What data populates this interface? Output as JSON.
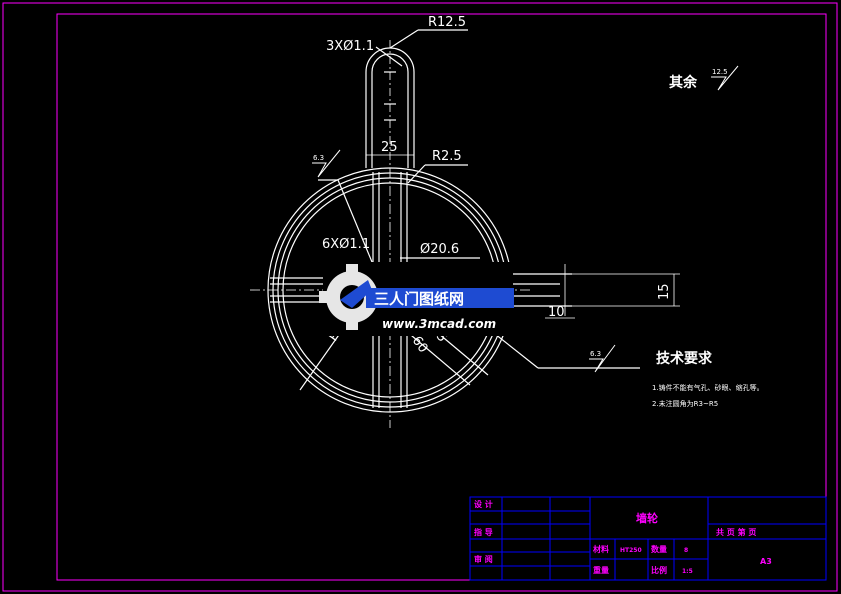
{
  "colors": {
    "background": "#000000",
    "frame": "#ff00ff",
    "geometry": "#ffffff",
    "title_block": "#0000ff",
    "title_text": "#ff00ff",
    "watermark_blue": "#1e4bd2",
    "watermark_light": "#e6e6e6"
  },
  "dimensions": {
    "r12_5": "R12.5",
    "holes_3x": "3XØ1.1",
    "width_25": "25",
    "r2_5": "R2.5",
    "holes_6x": "6XØ1.1",
    "dia_20_6": "Ø20.6",
    "dim_15": "15",
    "dim_10": "10",
    "dim_60": "60",
    "dim_5": "5",
    "dim_r_left": "R"
  },
  "surface_finish": {
    "general_label": "其余",
    "general_value": "12.5",
    "spoke_value": "6.3",
    "rim_value": "6.3"
  },
  "tech_requirements": {
    "title": "技术要求",
    "items": [
      "1.铸件不能有气孔、砂眼、缩孔等。",
      "2.未注圆角为R3~R5"
    ]
  },
  "title_block": {
    "designer_label": "设 计",
    "checker_label": "指 导",
    "approver_label": "审 阅",
    "part_name": "墙轮",
    "sheet_label": "共 页 第 页",
    "material_label": "材料",
    "material_value": "HT250",
    "quantity_label": "数量",
    "quantity_value": "8",
    "weight_label": "重量",
    "scale_label": "比例",
    "scale_value": "1:5",
    "sheet_size": "A3"
  },
  "watermark": {
    "brand": "三人门图纸网",
    "url": "www.3mcad.com"
  }
}
